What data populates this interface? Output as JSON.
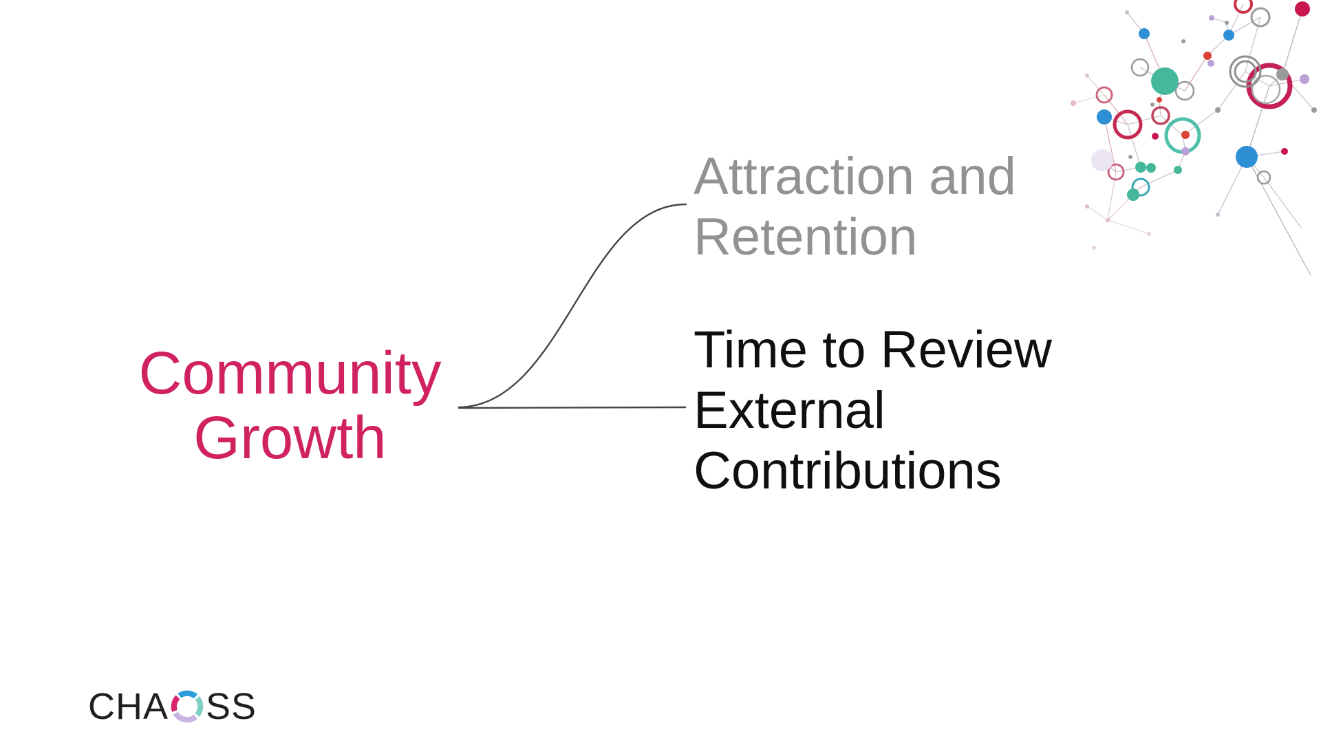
{
  "slide": {
    "background": "#ffffff",
    "kind": "mind-map slide"
  },
  "mindmap": {
    "root": {
      "lines": [
        "Community",
        "Growth"
      ],
      "color": "#d02161"
    },
    "branches": [
      {
        "lines": [
          "Attraction and",
          "Retention"
        ],
        "color": "#929292"
      },
      {
        "lines": [
          "Time to Review",
          "External",
          "Contributions"
        ],
        "color": "#0f0f0f"
      }
    ],
    "connector_color": "#454545"
  },
  "logo": {
    "text_left": "CHA",
    "text_right": "SS",
    "text_color": "#1f1f1f",
    "ring_colors": {
      "top": "#2d9cdb",
      "right": "#7fcfc5",
      "bottom": "#c7b4e0",
      "left": "#d6246e"
    }
  },
  "decoration": {
    "description": "network-graph-ornament",
    "palette": {
      "crimson": "#c62a5a",
      "blue": "#2e8fd4",
      "teal": "#45b89c",
      "gray": "#9a9a9a",
      "lavender": "#b9a0d6",
      "red": "#d94436",
      "pink": "#cf6680",
      "line": "#cbc3d0"
    }
  }
}
